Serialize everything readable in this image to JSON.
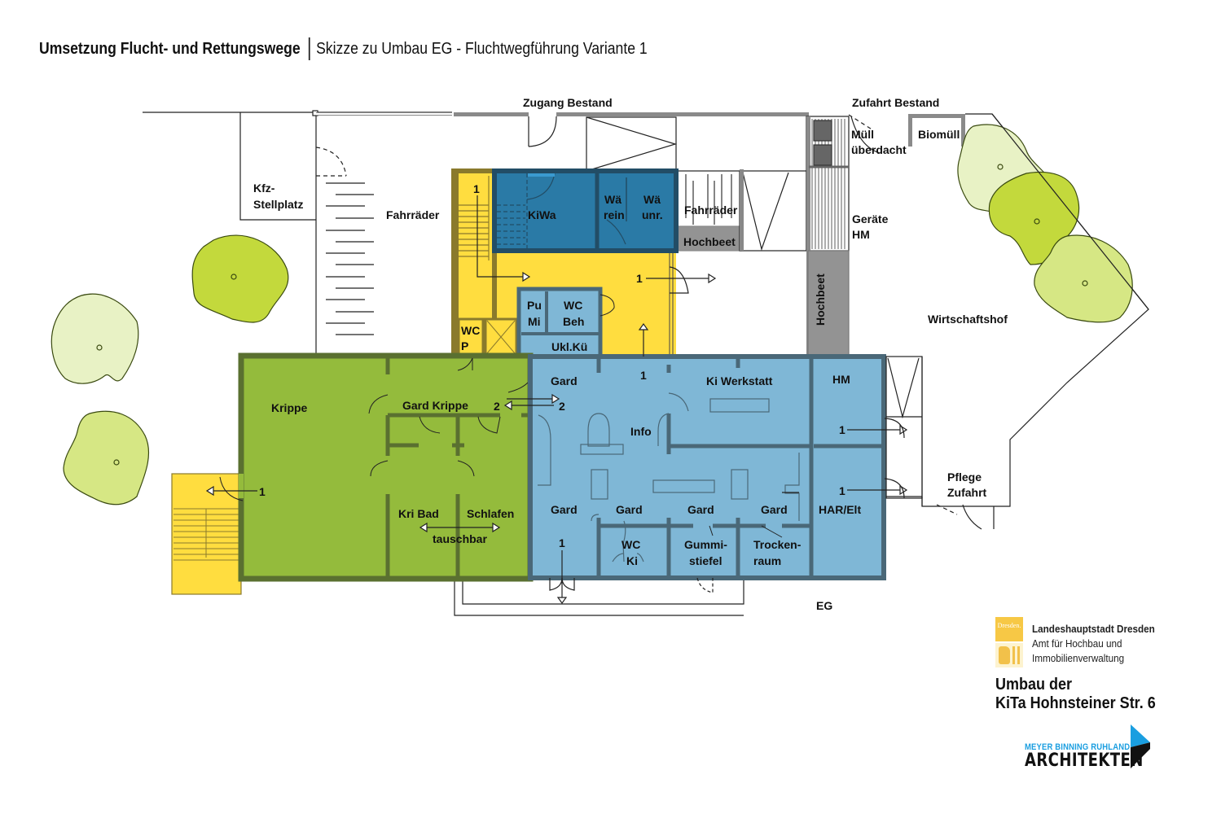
{
  "header": {
    "title": "Umsetzung Flucht- und Rettungswege",
    "subtitle": "Skizze zu Umbau EG - Fluchtwegführung Variante 1"
  },
  "colors": {
    "krippe_green": "#94bb3c",
    "krippe_wall": "#5a7030",
    "kita_blue": "#7fb7d6",
    "kita_wall": "#4a6878",
    "dark_blue": "#2a7aa6",
    "dark_blue_wall": "#224d66",
    "yellow": "#ffdd3f",
    "yellow_wall": "#8a7a2c",
    "hochbeet_gray": "#939393",
    "tree_dark": "#c3d93c",
    "tree_mid": "#d6e784",
    "tree_light": "#e8f2c5",
    "mbr_blue": "#1a9ee0"
  },
  "site_labels": {
    "zugang_bestand": "Zugang Bestand",
    "zufahrt_bestand": "Zufahrt Bestand",
    "kfz_stellplatz_1": "Kfz-",
    "kfz_stellplatz_2": "Stellplatz",
    "fahrraeder_west": "Fahrräder",
    "fahrraeder_east": "Fahrräder",
    "hochbeet_horizontal": "Hochbeet",
    "hochbeet_vertical": "Hochbeet",
    "muell_1": "Müll",
    "muell_2": "überdacht",
    "biomuell": "Biomüll",
    "geraete_1": "Geräte",
    "geraete_2": "HM",
    "wirtschaftshof": "Wirtschaftshof",
    "pflege_1": "Pflege",
    "pflege_2": "Zufahrt",
    "floor": "EG"
  },
  "rooms": {
    "kiwa": "KiWa",
    "wae_rein_1": "Wä",
    "wae_rein_2": "rein",
    "wae_unr_1": "Wä",
    "wae_unr_2": "unr.",
    "pu_mi_1": "Pu",
    "pu_mi_2": "Mi",
    "wc_beh_1": "WC",
    "wc_beh_2": "Beh",
    "wc_p_1": "WC",
    "wc_p_2": "P",
    "ukl_kue": "Ukl.Kü",
    "krippe": "Krippe",
    "gard_krippe": "Gard Krippe",
    "kri_bad": "Kri Bad",
    "schlafen": "Schlafen",
    "tauschbar": "tauschbar",
    "gard_nw": "Gard",
    "info": "Info",
    "ki_werkstatt": "Ki Werkstatt",
    "hm": "HM",
    "har_elt": "HAR/Elt",
    "gard_sw": "Gard",
    "gard_s2": "Gard",
    "gard_s3": "Gard",
    "gard_s4": "Gard",
    "wc_ki_1": "WC",
    "wc_ki_2": "Ki",
    "gummi_1": "Gummi-",
    "gummi_2": "stiefel",
    "trocken_1": "Trocken-",
    "trocken_2": "raum"
  },
  "escape_routes": {
    "stair_north": "1",
    "yellow_east": "1",
    "yellow_south": "1",
    "krippe_west": "1",
    "gard_krippe": "2",
    "gard_blue": "2",
    "south_exit": "1",
    "hm_exit": "1",
    "har_exit": "1"
  },
  "footer": {
    "authority_name": "Landeshauptstadt Dresden",
    "authority_dept_1": "Amt für Hochbau und",
    "authority_dept_2": "Immobilienverwaltung",
    "dresden_logo_text": "Dresden.",
    "project_line_1": "Umbau der",
    "project_line_2": "KiTa Hohnsteiner Str. 6",
    "architect_small": "MEYER BINNING RUHLAND",
    "architect_big": "ARCHITEKTEN"
  }
}
